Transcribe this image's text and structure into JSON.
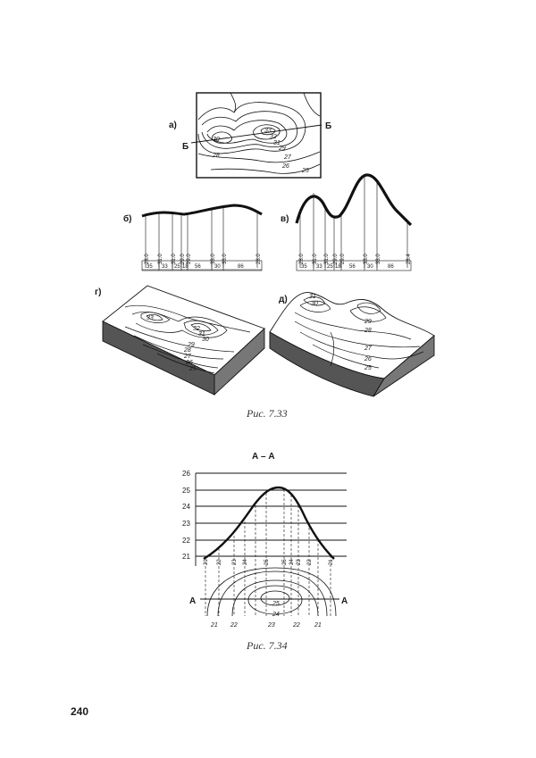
{
  "fig733": {
    "caption": "Рис. 7.33",
    "panel_a": "а)",
    "panel_b": "б)",
    "panel_v": "в)",
    "panel_g": "г)",
    "panel_d": "д)",
    "section_mark": "Б",
    "map_labels": [
      "33",
      "32",
      "31",
      "30",
      "29",
      "28",
      "27",
      "26",
      "25"
    ],
    "elevations_b": [
      "28.0",
      "31.0",
      "31.0",
      "29.0",
      "29.0",
      "33.0",
      "33.0",
      "28.0"
    ],
    "elevations_v": [
      "28.0",
      "31.0",
      "31.0",
      "29.0",
      "29.0",
      "33.0",
      "33.0",
      "28.4"
    ],
    "distances": [
      "35",
      "33",
      "25",
      "18",
      "56",
      "30",
      "86"
    ],
    "block_g_labels": [
      "33",
      "32",
      "31",
      "30",
      "29",
      "28",
      "27",
      "26",
      "25"
    ],
    "block_d_labels": [
      "31",
      "30",
      "29",
      "28",
      "27",
      "26",
      "25"
    ]
  },
  "fig734": {
    "caption": "Рис. 7.34",
    "title": "А – А",
    "section_mark": "А",
    "levels": [
      "26",
      "25",
      "24",
      "23",
      "22",
      "21"
    ],
    "base_labels": [
      "21",
      "22",
      "23",
      "24",
      "25",
      "25",
      "24",
      "23",
      "22",
      "21"
    ],
    "contour_labels": [
      "25",
      "24",
      "23",
      "22",
      "21",
      "22",
      "21"
    ]
  },
  "page_number": "240"
}
